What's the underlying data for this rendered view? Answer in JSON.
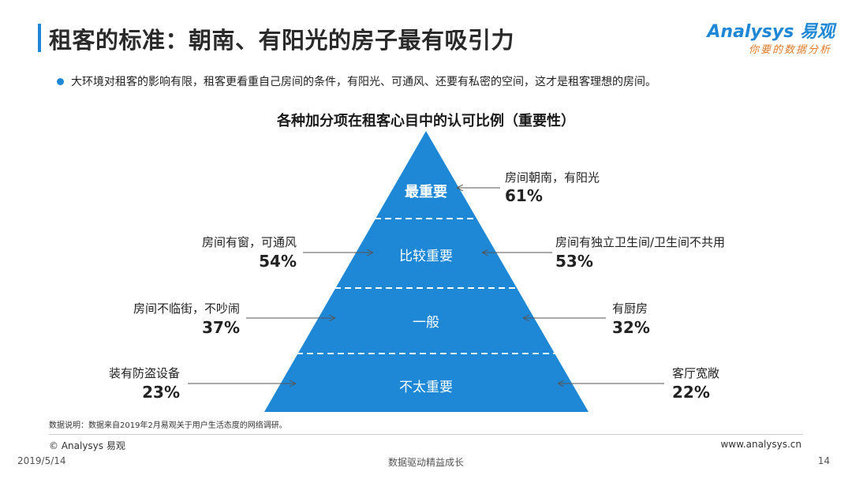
{
  "header": {
    "title": "租客的标准：朝南、有阳光的房子最有吸引力",
    "logo_text": "Analysys 易观",
    "logo_tagline": "你要的数据分析"
  },
  "bullet": {
    "text": "大环境对租客的影响有限，租客更看重自己房间的条件，有阳光、可通风、还要有私密的空间，这才是租客理想的房间。"
  },
  "diagram": {
    "title": "各种加分项在租客心目中的认可比例（重要性）",
    "fill_color": "#1e88d6",
    "tiers": [
      {
        "label": "最重要"
      },
      {
        "label": "比较重要"
      },
      {
        "label": "一般"
      },
      {
        "label": "不太重要"
      }
    ],
    "callouts": {
      "top_right": {
        "label": "房间朝南，有阳光",
        "value": "61%"
      },
      "tier2_left": {
        "label": "房间有窗，可通风",
        "value": "54%"
      },
      "tier2_right": {
        "label": "房间有独立卫生间/卫生间不共用",
        "value": "53%"
      },
      "tier3_left": {
        "label": "房间不临街，不吵闹",
        "value": "37%"
      },
      "tier3_right": {
        "label": "有厨房",
        "value": "32%"
      },
      "tier4_left": {
        "label": "装有防盗设备",
        "value": "23%"
      },
      "tier4_right": {
        "label": "客厅宽敞",
        "value": "22%"
      }
    }
  },
  "footer": {
    "note": "数据说明：数据来自2019年2月易观关于用户生活态度的网络调研。",
    "copyright": "© Analysys 易观",
    "website": "www.analysys.cn",
    "date": "2019/5/14",
    "slogan": "数据驱动精益成长",
    "page_number": "14"
  }
}
